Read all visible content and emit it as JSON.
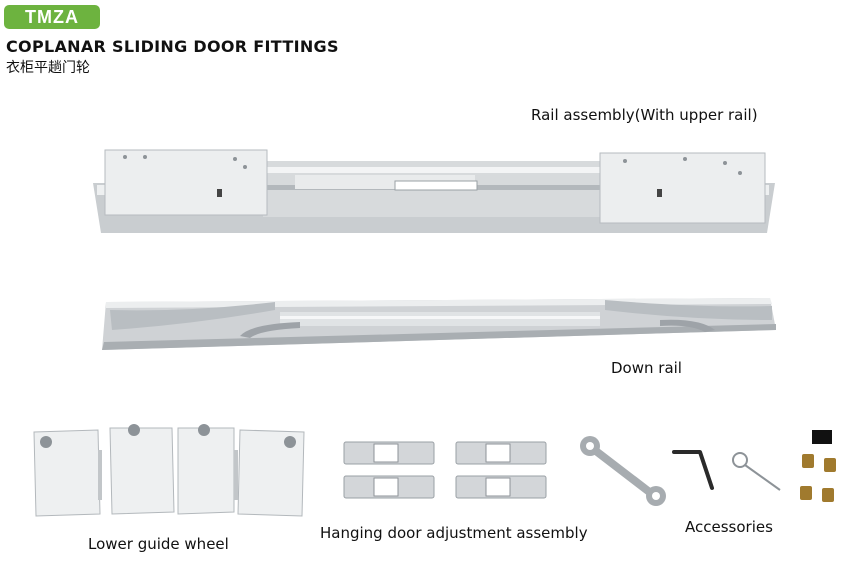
{
  "header": {
    "badge": "TMZA",
    "title": "COPLANAR SLIDING DOOR FITTINGS",
    "subtitle": "衣柜平趟门轮"
  },
  "captions": {
    "rail_assembly": "Rail assembly(With upper rail)",
    "down_rail": "Down rail",
    "lower_guide_wheel": "Lower guide wheel",
    "hanging_adjustment": "Hanging door adjustment assembly",
    "accessories": "Accessories"
  },
  "colors": {
    "badge": "#6db33f",
    "metal_light": "#e4e6e8",
    "metal_mid": "#c6cacd",
    "metal_dark": "#9aa0a5"
  }
}
